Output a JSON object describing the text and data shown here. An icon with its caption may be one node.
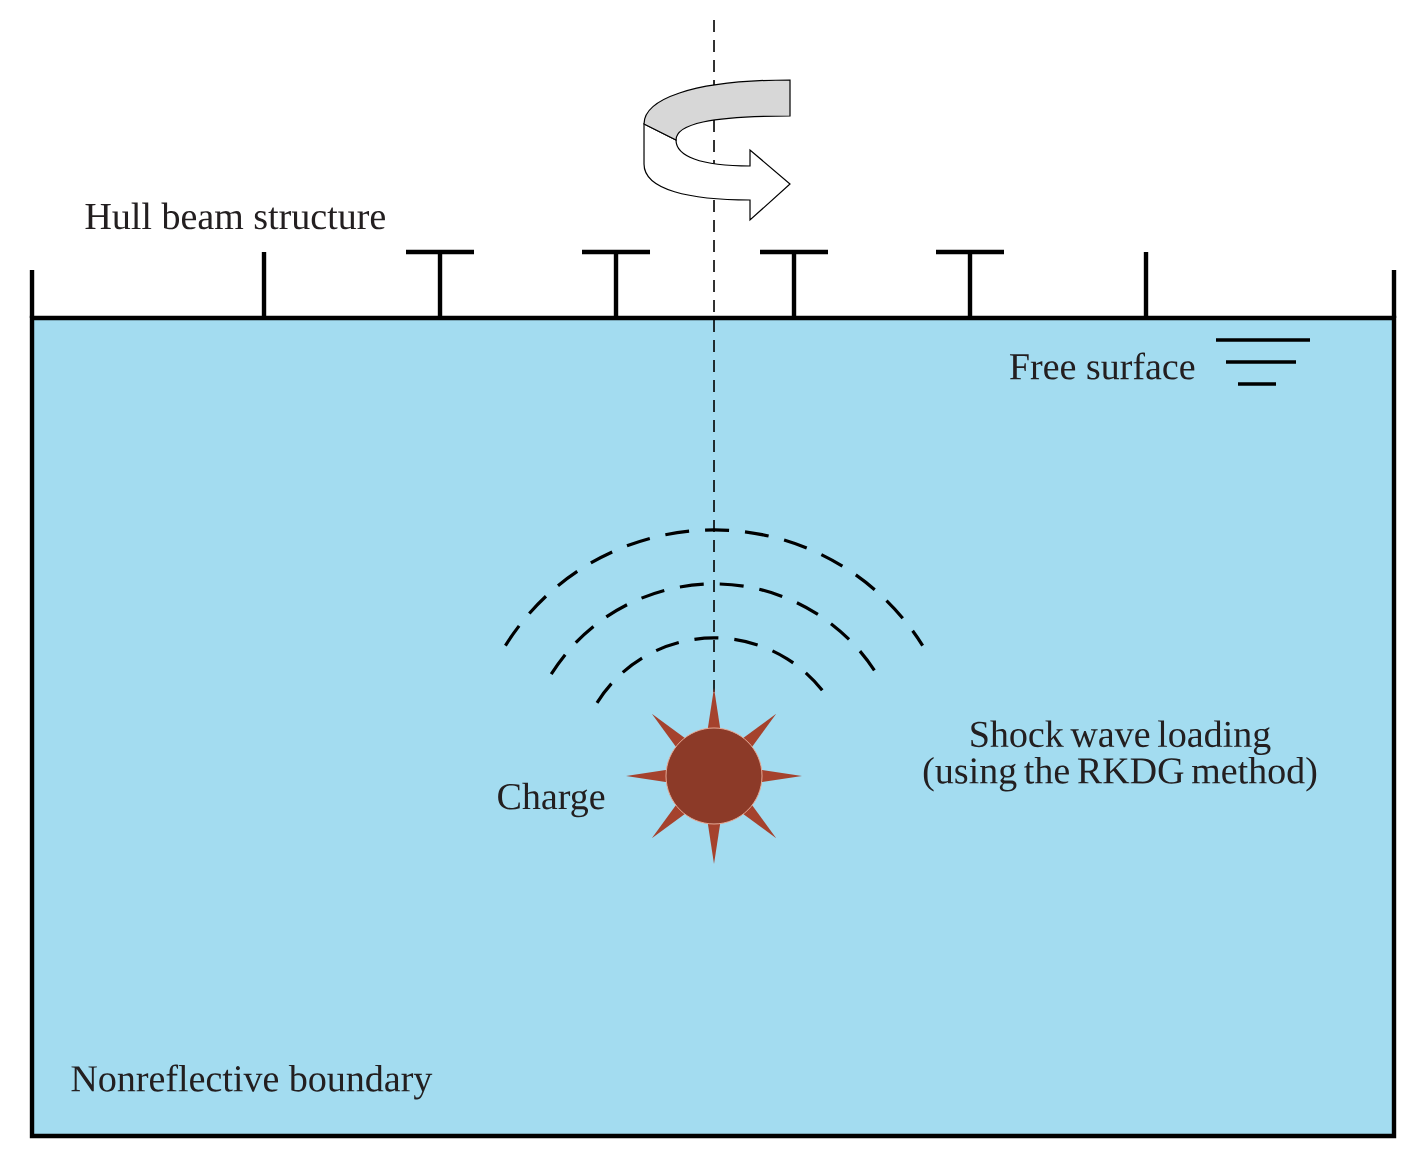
{
  "diagram": {
    "labels": [
      "Hull beam structure",
      "Free surface",
      "Charge",
      "Shock wave loading (using the RKDG method)",
      "Nonreflective boundary"
    ]
  }
}
